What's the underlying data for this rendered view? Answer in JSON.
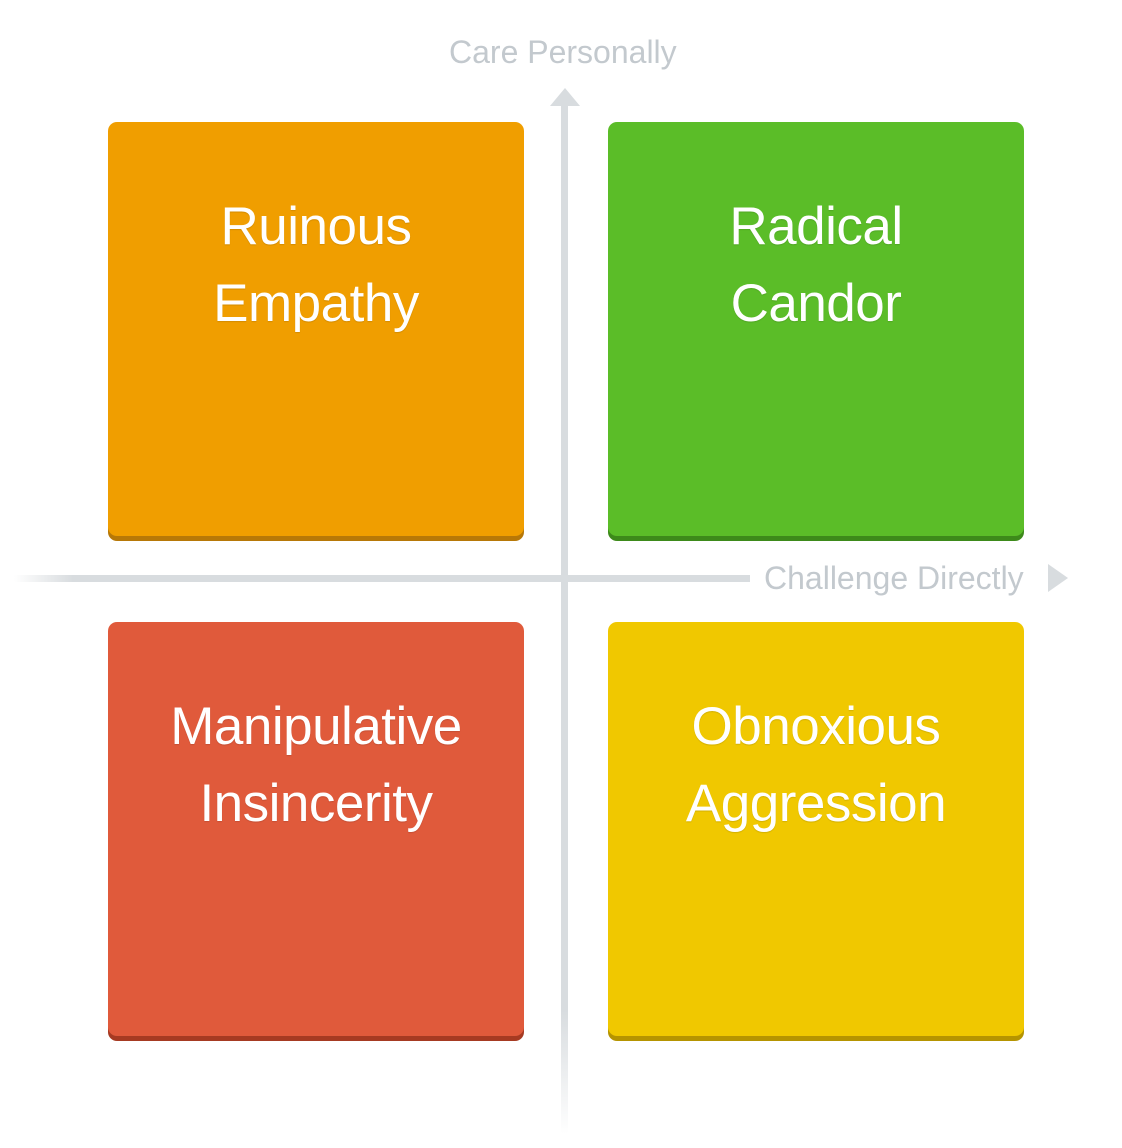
{
  "axes": {
    "vertical_label": "Care Personally",
    "horizontal_label": "Challenge Directly"
  },
  "quadrants": [
    {
      "id": "top-left",
      "line1": "Ruinous",
      "line2": "Empathy",
      "color": "#f09e00",
      "shadow_color": "#b77807"
    },
    {
      "id": "top-right",
      "line1": "Radical",
      "line2": "Candor",
      "color": "#5bbd28",
      "shadow_color": "#3d8a1a"
    },
    {
      "id": "bottom-left",
      "line1": "Manipulative",
      "line2": "Insincerity",
      "color": "#e05a3b",
      "shadow_color": "#a63a22"
    },
    {
      "id": "bottom-right",
      "line1": "Obnoxious",
      "line2": "Aggression",
      "color": "#f0c800",
      "shadow_color": "#b59400"
    }
  ],
  "colors": {
    "axis": "#d8dcdf",
    "axis_label": "#c3c9ce",
    "background": "#ffffff"
  }
}
